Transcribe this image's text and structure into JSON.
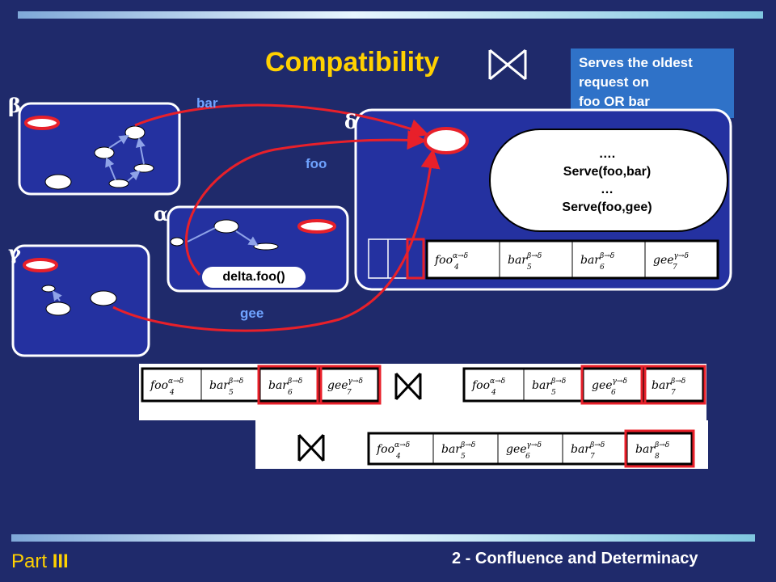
{
  "title": "Compatibility",
  "callout": {
    "lines": [
      "Serves the oldest",
      "request on",
      "foo OR bar"
    ]
  },
  "wires": {
    "bar": "bar",
    "foo": "foo",
    "gee": "gee"
  },
  "greek": {
    "beta": "β",
    "gamma": "γ",
    "alpha": "α",
    "delta": "δ"
  },
  "method_call": "delta.foo()",
  "serve_block": [
    "….",
    "Serve(foo,bar)",
    "…",
    "Serve(foo,gee)"
  ],
  "queue_main": [
    {
      "name": "foo",
      "sup": "α→δ",
      "sub": "4"
    },
    {
      "name": "bar",
      "sup": "β→δ",
      "sub": "5"
    },
    {
      "name": "bar",
      "sup": "β→δ",
      "sub": "6"
    },
    {
      "name": "gee",
      "sup": "γ→δ",
      "sub": "7"
    }
  ],
  "queue_left": [
    {
      "name": "foo",
      "sup": "α→δ",
      "sub": "4"
    },
    {
      "name": "bar",
      "sup": "β→δ",
      "sub": "5"
    },
    {
      "name": "bar",
      "sup": "β→δ",
      "sub": "6"
    },
    {
      "name": "gee",
      "sup": "γ→δ",
      "sub": "7"
    }
  ],
  "queue_right": [
    {
      "name": "foo",
      "sup": "α→δ",
      "sub": "4"
    },
    {
      "name": "bar",
      "sup": "β→δ",
      "sub": "5"
    },
    {
      "name": "gee",
      "sup": "γ→δ",
      "sub": "6"
    },
    {
      "name": "bar",
      "sup": "β→δ",
      "sub": "7"
    }
  ],
  "queue_bottom": [
    {
      "name": "foo",
      "sup": "α→δ",
      "sub": "4"
    },
    {
      "name": "bar",
      "sup": "β→δ",
      "sub": "5"
    },
    {
      "name": "gee",
      "sup": "γ→δ",
      "sub": "6"
    },
    {
      "name": "bar",
      "sup": "β→δ",
      "sub": "7"
    },
    {
      "name": "bar",
      "sup": "β→δ",
      "sub": "8"
    }
  ],
  "footer": {
    "part_prefix": "Part",
    "part_number": "III",
    "section": "2 - Confluence and Determinacy"
  },
  "colors": {
    "background": "#1f2a6b",
    "title": "#ffd100",
    "accent_red": "#e8202a",
    "callout": "#2f72c8"
  }
}
